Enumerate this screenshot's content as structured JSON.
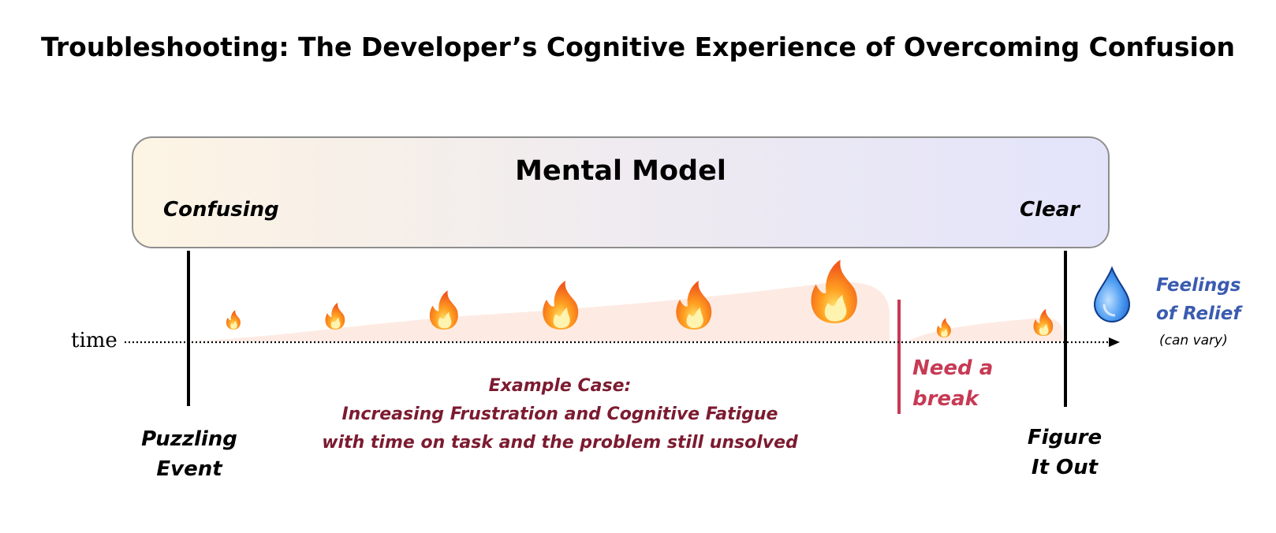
{
  "title": "Troubleshooting: The Developer’s Cognitive Experience of Overcoming Confusion",
  "mental_model": {
    "title": "Mental Model",
    "left_label": "Confusing",
    "right_label": "Clear"
  },
  "timeline": {
    "axis_label": "time",
    "start_event": [
      "Puzzling",
      "Event"
    ],
    "end_event": [
      "Figure",
      "It Out"
    ],
    "break_label": [
      "Need a",
      "break"
    ],
    "example_case": [
      "Example Case:",
      "Increasing Frustration and Cognitive Fatigue",
      "with time on task and the problem still unsolved"
    ],
    "relief_label": [
      "Feelings",
      "of Relief"
    ],
    "relief_note": "(can vary)"
  },
  "icons": {
    "flame": "fire-icon",
    "drop": "water-drop-icon"
  },
  "colors": {
    "example_text": "#7c1b30",
    "break": "#c73a54",
    "relief": "#3a5bb0",
    "frustration_area": "#fde6dc"
  }
}
